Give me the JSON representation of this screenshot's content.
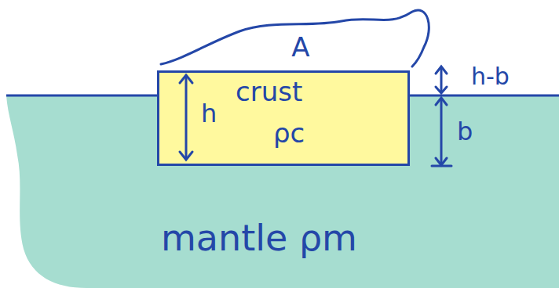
{
  "diagram": {
    "nodes": [
      {
        "text": [
          "A"
        ]
      },
      {
        "text": [
          "crust",
          "ρc"
        ]
      },
      {
        "text": [
          "mantle ρm"
        ]
      }
    ],
    "labels": [
      "h",
      "h-b",
      "b"
    ]
  }
}
